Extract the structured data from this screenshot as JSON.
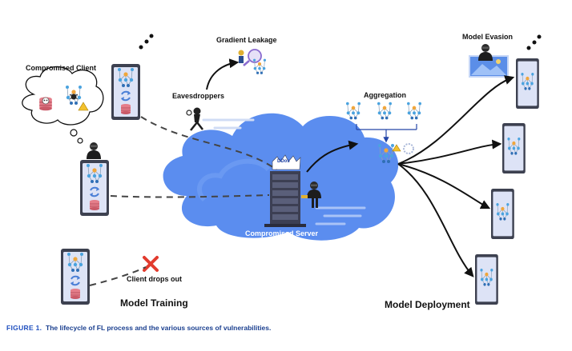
{
  "labels": {
    "compromised_client": "Compromised Client",
    "gradient_leakage": "Gradient Leakage",
    "eavesdroppers": "Eavesdroppers",
    "aggregation": "Aggregation",
    "model_evasion": "Model Evasion",
    "ddos": "DDos",
    "compromised_server": "Compromised Server",
    "client_drops_out": "Client drops out",
    "model_training": "Model Training",
    "model_deployment": "Model Deployment"
  },
  "caption": {
    "figure": "FIGURE 1.",
    "text": "The lifecycle of FL process and the various sources of vulnerabilities."
  },
  "colors": {
    "cloud": "#5b8def",
    "phone_frame": "#3d4150",
    "phone_screen": "#dde3f6",
    "arrow": "#111111",
    "dashed": "#444444",
    "caption_blue": "#1f4fbf",
    "danger_red": "#e23b2e"
  },
  "icons": [
    "phone-icon",
    "neural-net-icon",
    "sync-icon",
    "database-icon",
    "hacker-icon",
    "skull-icon",
    "bug-icon",
    "warning-icon",
    "magnifier-icon",
    "server-icon",
    "x-mark-icon",
    "image-icon"
  ]
}
